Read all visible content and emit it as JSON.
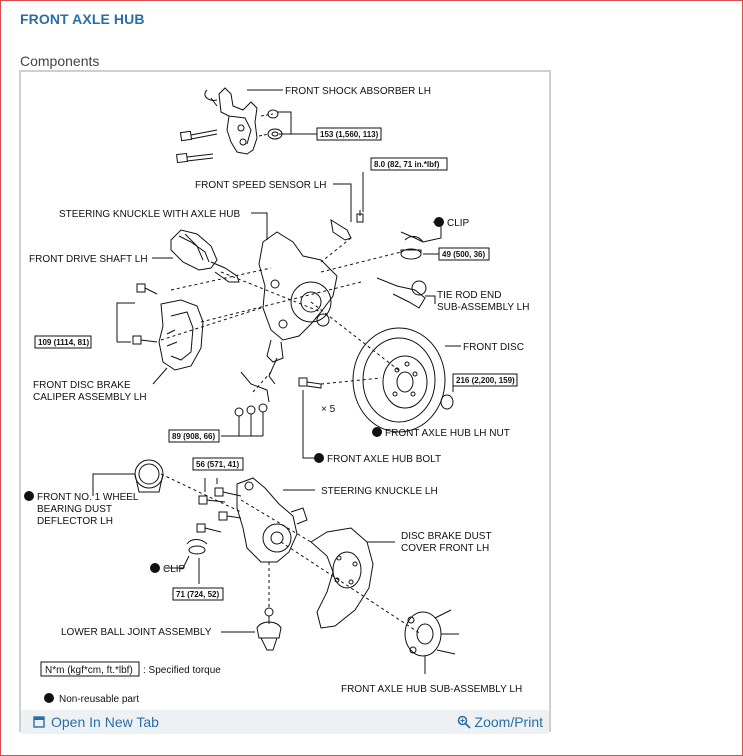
{
  "page": {
    "title": "FRONT AXLE HUB",
    "subtitle": "Components"
  },
  "diagram": {
    "labels": {
      "shock_absorber": "FRONT SHOCK ABSORBER LH",
      "speed_sensor": "FRONT SPEED SENSOR LH",
      "steering_knuckle_hub": "STEERING KNUCKLE WITH AXLE HUB",
      "clip_top": "CLIP",
      "drive_shaft": "FRONT DRIVE SHAFT LH",
      "tie_rod_1": "TIE ROD END",
      "tie_rod_2": "SUB-ASSEMBLY LH",
      "front_disc": "FRONT DISC",
      "caliper_1": "FRONT DISC BRAKE",
      "caliper_2": "CALIPER ASSEMBLY LH",
      "x5": "× 5",
      "hub_nut": "FRONT AXLE HUB LH NUT",
      "hub_bolt": "FRONT AXLE HUB BOLT",
      "steering_knuckle": "STEERING KNUCKLE LH",
      "deflector_1": "FRONT NO. 1 WHEEL",
      "deflector_2": "BEARING DUST",
      "deflector_3": "DEFLECTOR LH",
      "dust_cover_1": "DISC BRAKE DUST",
      "dust_cover_2": "COVER FRONT LH",
      "clip_bottom": "CLIP",
      "lower_ball_joint": "LOWER BALL JOINT ASSEMBLY",
      "hub_sub_assembly": "FRONT AXLE HUB SUB-ASSEMBLY LH",
      "legend_torque": "N*m (kgf*cm, ft.*lbf)",
      "legend_torque_desc": ": Specified torque",
      "legend_nonreusable": "Non-reusable part"
    },
    "torques": {
      "t153": "153 (1,560, 113)",
      "t8": "8.0 (82, 71 in.*lbf)",
      "t49": "49 (500, 36)",
      "t109": "109 (1114, 81)",
      "t216": "216 (2,200, 159)",
      "t89": "89 (908, 66)",
      "t56": "56 (571, 41)",
      "t71": "71 (724, 52)"
    }
  },
  "footer": {
    "open_tab": "Open In New Tab",
    "zoom": "Zoom/Print",
    "open_tab_icon": "open-tab-icon",
    "zoom_icon": "magnifier-icon"
  },
  "colors": {
    "accent": "#2a6ea6",
    "frame_border": "#d94a4a"
  }
}
